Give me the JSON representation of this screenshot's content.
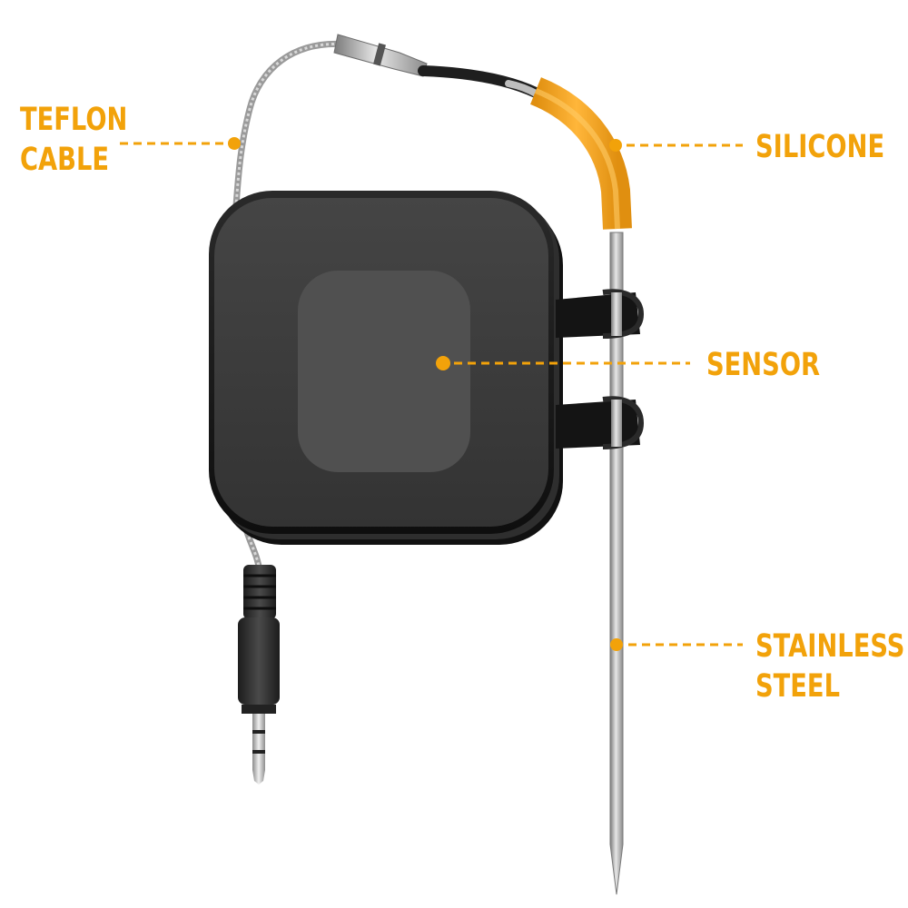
{
  "colors": {
    "accent": "#f2a20a",
    "silicone": "#f5a623",
    "device_body": "#1a1a1a",
    "device_face": "#3c3c3c",
    "sensor_pad": "#4d4d4d",
    "steel": "#b8b8b8"
  },
  "labels": {
    "teflon_line1": "TEFLON",
    "teflon_line2": "CABLE",
    "silicone": "SILICONE",
    "sensor": "SENSOR",
    "steel_line1": "STAINLESS",
    "steel_line2": "STEEL"
  }
}
